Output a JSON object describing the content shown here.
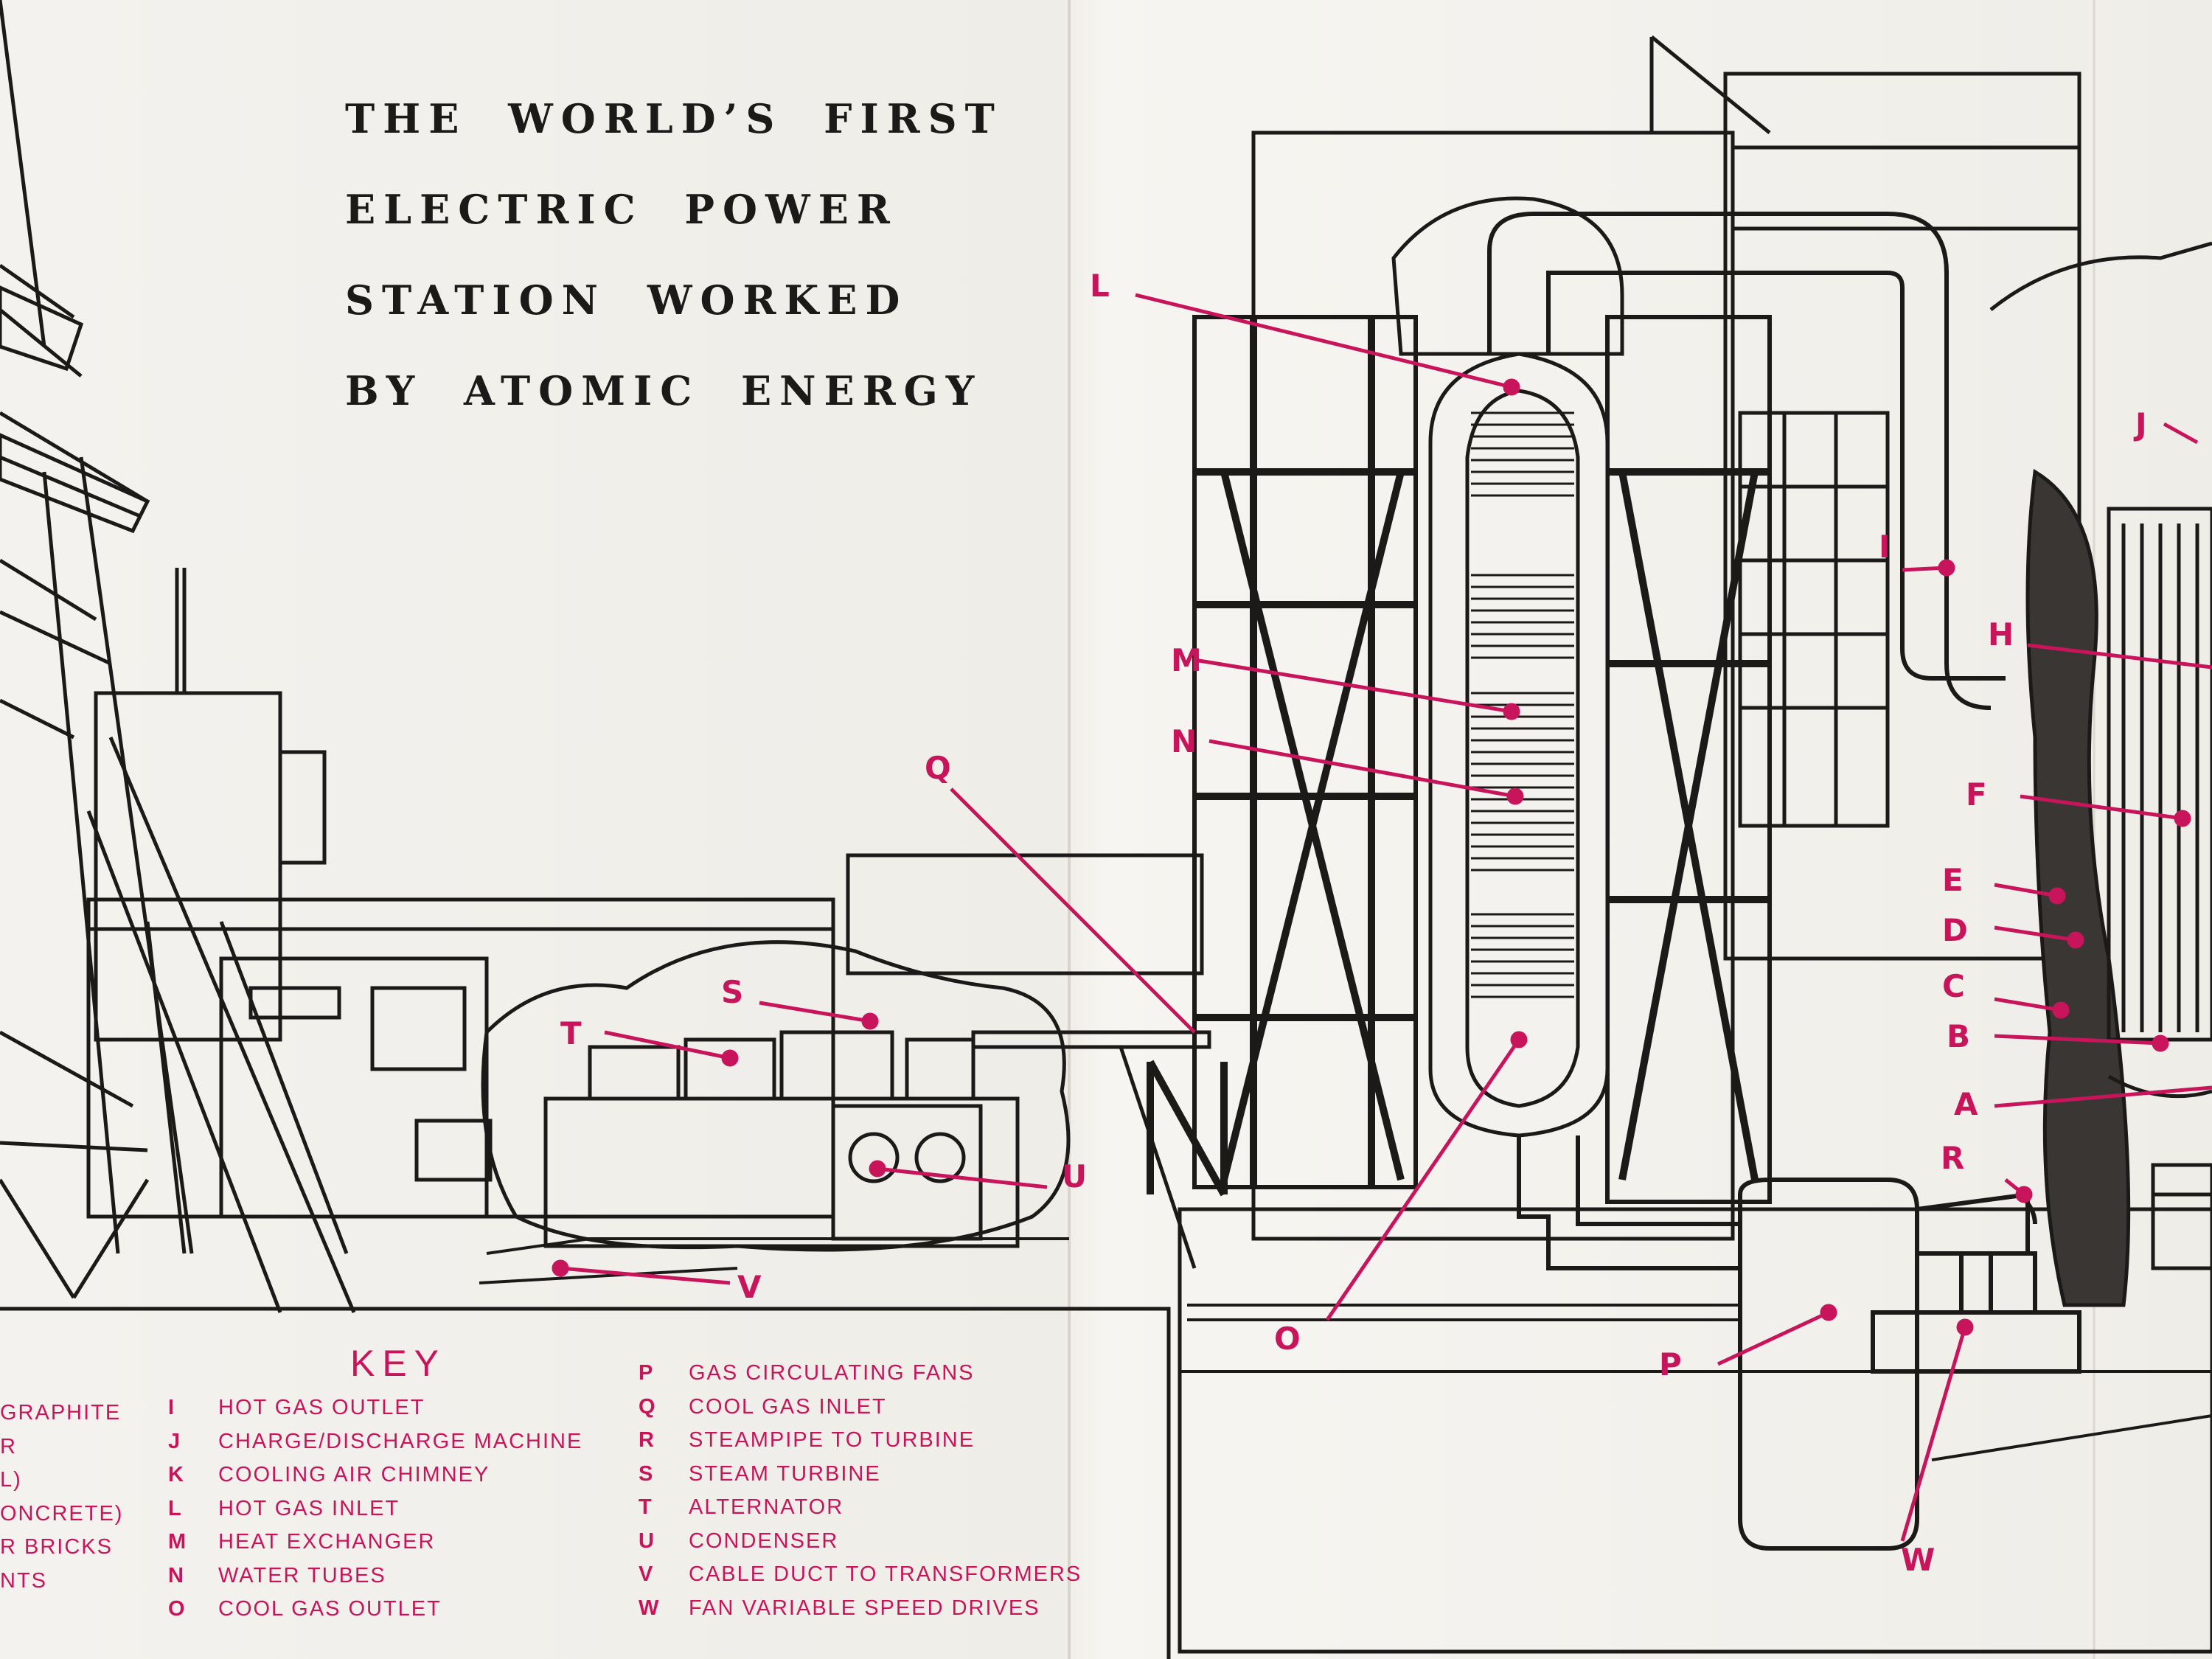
{
  "title_lines": [
    "THE WORLD’S FIRST",
    "ELECTRIC POWER",
    "STATION WORKED",
    "BY ATOMIC ENERGY"
  ],
  "callouts": [
    "A",
    "B",
    "C",
    "D",
    "E",
    "F",
    "H",
    "I",
    "J",
    "L",
    "M",
    "N",
    "O",
    "P",
    "Q",
    "R",
    "S",
    "T",
    "U",
    "V",
    "W"
  ],
  "key": {
    "title": "KEY",
    "left_truncated": [
      "GRAPHITE",
      "R",
      "L)",
      "ONCRETE)",
      "R BRICKS",
      "NTS"
    ],
    "middle": [
      {
        "letter": "I",
        "text": "HOT GAS OUTLET"
      },
      {
        "letter": "J",
        "text": "CHARGE/DISCHARGE MACHINE"
      },
      {
        "letter": "K",
        "text": "COOLING AIR CHIMNEY"
      },
      {
        "letter": "L",
        "text": "HOT GAS INLET"
      },
      {
        "letter": "M",
        "text": "HEAT EXCHANGER"
      },
      {
        "letter": "N",
        "text": "WATER TUBES"
      },
      {
        "letter": "O",
        "text": "COOL GAS OUTLET"
      }
    ],
    "right": [
      {
        "letter": "P",
        "text": "GAS CIRCULATING FANS"
      },
      {
        "letter": "Q",
        "text": "COOL GAS INLET"
      },
      {
        "letter": "R",
        "text": "STEAMPIPE TO TURBINE"
      },
      {
        "letter": "S",
        "text": "STEAM TURBINE"
      },
      {
        "letter": "T",
        "text": "ALTERNATOR"
      },
      {
        "letter": "U",
        "text": "CONDENSER"
      },
      {
        "letter": "V",
        "text": "CABLE DUCT TO TRANSFORMERS"
      },
      {
        "letter": "W",
        "text": "FAN VARIABLE SPEED DRIVES"
      }
    ]
  },
  "colors": {
    "accent": "#c8145a",
    "ink": "#1c1a18",
    "paper": "#f1efea"
  }
}
